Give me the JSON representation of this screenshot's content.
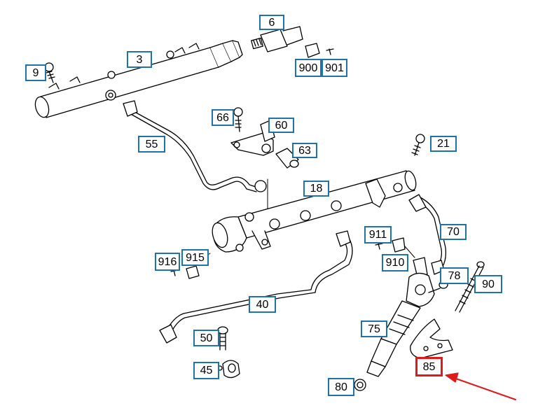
{
  "diagram": {
    "colors": {
      "callout_border": "#1f73a8",
      "highlight_border": "#e01a1a",
      "arrow": "#e01a1a",
      "line": "#000000"
    },
    "highlighted_callout": "85",
    "callouts": {
      "c3": "3",
      "c6": "6",
      "c9": "9",
      "c900": "900",
      "c901": "901",
      "c66": "66",
      "c60": "60",
      "c63": "63",
      "c55": "55",
      "c21": "21",
      "c18": "18",
      "c70": "70",
      "c911": "911",
      "c910": "910",
      "c916": "916",
      "c915": "915",
      "c78": "78",
      "c90": "90",
      "c40": "40",
      "c75": "75",
      "c50": "50",
      "c45": "45",
      "c85": "85",
      "c80": "80"
    }
  }
}
